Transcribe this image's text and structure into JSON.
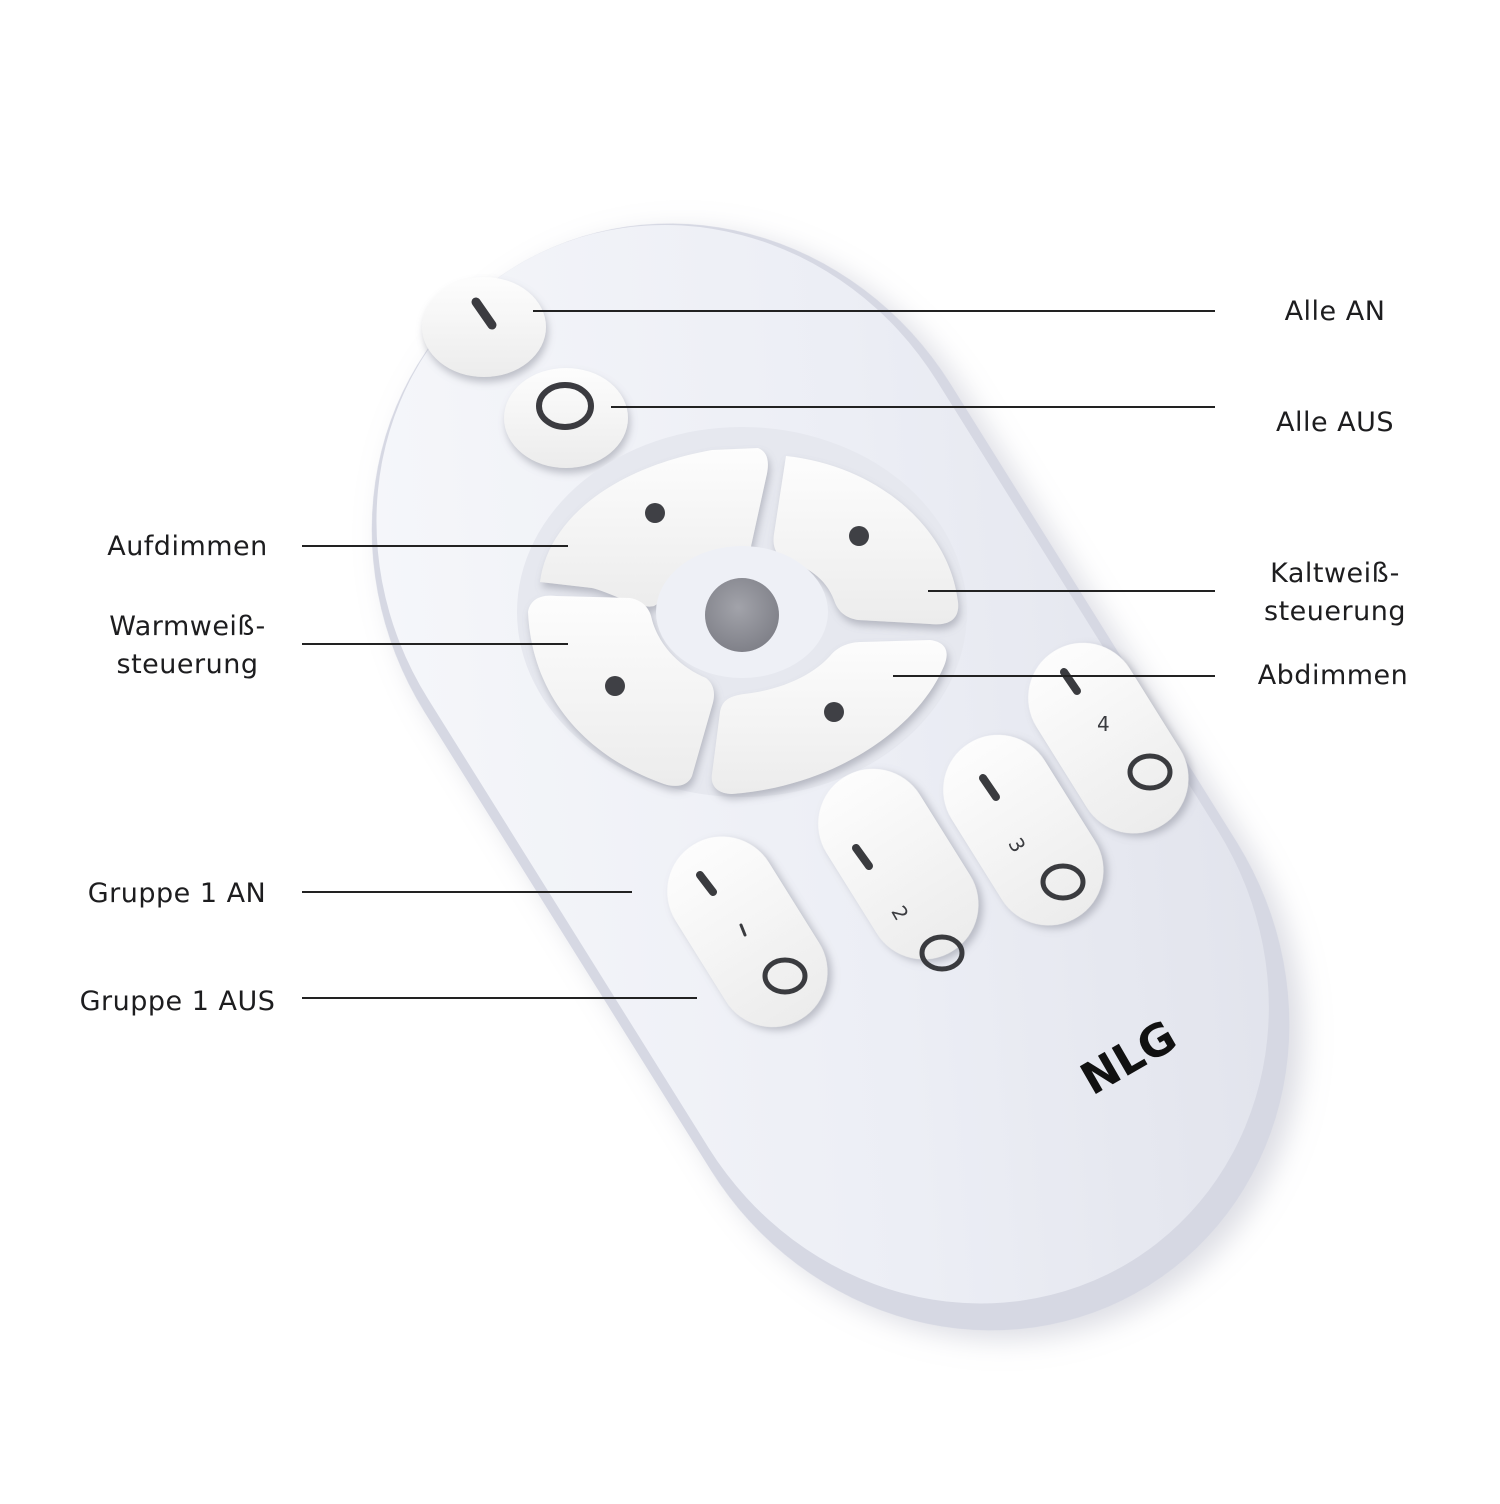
{
  "diagram": {
    "subject": "Remote control",
    "brand_logo": "NLG",
    "colors": {
      "background": "#ffffff",
      "remote_body": "#eef0f6",
      "remote_shadow": "#cfd2de",
      "button_face": "#f6f6f6",
      "button_glyph": "#3a3b3f",
      "center_sensor": "#8f9097",
      "leader_line": "#222222",
      "label_text": "#1d1d1f"
    },
    "callouts": [
      {
        "id": "alle-an",
        "side": "right",
        "text": "Alle AN",
        "target": "top power-on button ( | )"
      },
      {
        "id": "alle-aus",
        "side": "right",
        "text": "Alle AUS",
        "target": "top power-off button ( O )"
      },
      {
        "id": "aufdimmen",
        "side": "left",
        "text": "Aufdimmen",
        "target": "ring top-left segment"
      },
      {
        "id": "warmweiss",
        "side": "left",
        "line1": "Warmweiß-",
        "line2": "steuerung",
        "target": "ring bottom-left segment"
      },
      {
        "id": "kaltweiss",
        "side": "right",
        "line1": "Kaltweiß-",
        "line2": "steuerung",
        "target": "ring top-right segment"
      },
      {
        "id": "abdimmen",
        "side": "right",
        "text": "Abdimmen",
        "target": "ring bottom-right segment"
      },
      {
        "id": "gruppe1-an",
        "side": "left",
        "text": "Gruppe 1 AN",
        "target": "group 1 on"
      },
      {
        "id": "gruppe1-aus",
        "side": "left",
        "text": "Gruppe 1 AUS",
        "target": "group 1 off"
      }
    ],
    "buttons": {
      "power_on_glyph": "|",
      "power_off_glyph": "O",
      "ring_segment_glyph": "dot",
      "groups": [
        {
          "number": "1",
          "on_glyph": "|",
          "off_glyph": "O"
        },
        {
          "number": "2",
          "on_glyph": "|",
          "off_glyph": "O"
        },
        {
          "number": "3",
          "on_glyph": "|",
          "off_glyph": "O"
        },
        {
          "number": "4",
          "on_glyph": "|",
          "off_glyph": "O"
        }
      ]
    }
  }
}
